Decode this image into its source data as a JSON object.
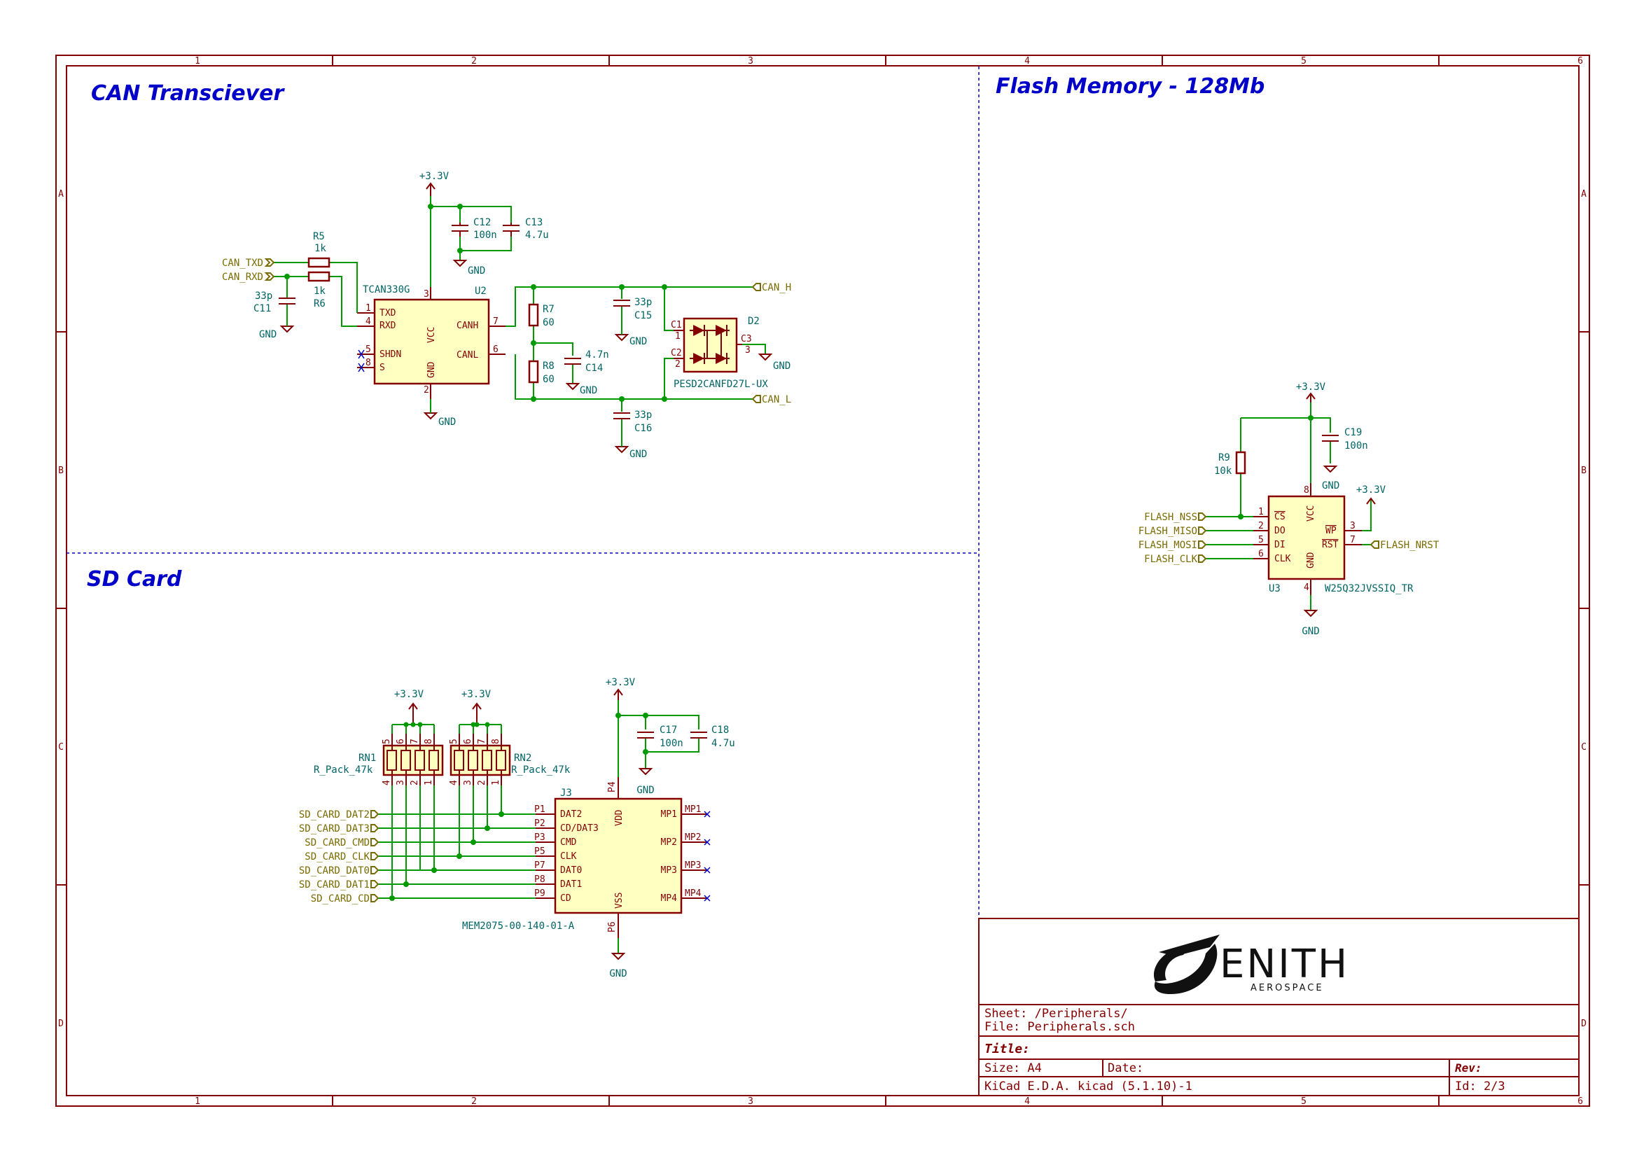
{
  "sections": {
    "can": "CAN Transciever",
    "flash": "Flash Memory - 128Mb",
    "sd": "SD Card"
  },
  "border": {
    "columns": [
      "1",
      "2",
      "3",
      "4",
      "5",
      "6"
    ],
    "rows": [
      "A",
      "B",
      "C",
      "D"
    ]
  },
  "can": {
    "pwr_top": "+3.3V",
    "gnd": "GND",
    "u2_ref": "U2",
    "u2_value": "TCAN330G",
    "u2_pins": {
      "txd": "TXD",
      "rxd": "RXD",
      "shdn": "SHDN",
      "s": "S",
      "vcc": "VCC",
      "gnd": "GND",
      "canh": "CANH",
      "canl": "CANL",
      "n1": "1",
      "n4": "4",
      "n5": "5",
      "n8": "8",
      "n3": "3",
      "n2": "2",
      "n7": "7",
      "n6": "6"
    },
    "c12": {
      "ref": "C12",
      "val": "100n"
    },
    "c13": {
      "ref": "C13",
      "val": "4.7u"
    },
    "c11": {
      "ref": "C11",
      "val": "33p"
    },
    "c14": {
      "ref": "C14",
      "val": "4.7n"
    },
    "c15": {
      "ref": "C15",
      "val": "33p"
    },
    "c16": {
      "ref": "C16",
      "val": "33p"
    },
    "r5": {
      "ref": "R5",
      "val": "1k"
    },
    "r6": {
      "ref": "R6",
      "val": "1k"
    },
    "r7": {
      "ref": "R7",
      "val": "60"
    },
    "r8": {
      "ref": "R8",
      "val": "60"
    },
    "d2": {
      "ref": "D2",
      "val": "PESD2CANFD27L-UX",
      "p1": "C1",
      "p2": "C2",
      "p3": "C3",
      "n1": "1",
      "n2": "2",
      "n3": "3"
    },
    "labels": {
      "txd": "CAN_TXD",
      "rxd": "CAN_RXD",
      "canh": "CAN_H",
      "canl": "CAN_L"
    }
  },
  "flash": {
    "pwr1": "+3.3V",
    "pwr2": "+3.3V",
    "gnd": "GND",
    "u3_ref": "U3",
    "u3_value": "W25Q32JVSSIQ_TR",
    "u3_pins": {
      "cs": "CS",
      "do": "DO",
      "di": "DI",
      "clk": "CLK",
      "vcc": "VCC",
      "gnd": "GND",
      "wp": "WP",
      "rst": "RST",
      "n1": "1",
      "n2": "2",
      "n5": "5",
      "n6": "6",
      "n8": "8",
      "n4": "4",
      "n3": "3",
      "n7": "7"
    },
    "r9": {
      "ref": "R9",
      "val": "10k"
    },
    "c19": {
      "ref": "C19",
      "val": "100n"
    },
    "labels": {
      "nss": "FLASH_NSS",
      "miso": "FLASH_MISO",
      "mosi": "FLASH_MOSI",
      "clk": "FLASH_CLK",
      "nrst": "FLASH_NRST"
    }
  },
  "sd": {
    "pwr1": "+3.3V",
    "pwr2": "+3.3V",
    "pwr3": "+3.3V",
    "gnd": "GND",
    "rn1": {
      "ref": "RN1",
      "val": "R_Pack_47k"
    },
    "rn2": {
      "ref": "RN2",
      "val": "R_Pack_47k"
    },
    "rn_top": [
      "5",
      "6",
      "7",
      "8"
    ],
    "rn_bot": [
      "4",
      "3",
      "2",
      "1"
    ],
    "c17": {
      "ref": "C17",
      "val": "100n"
    },
    "c18": {
      "ref": "C18",
      "val": "4.7u"
    },
    "j3_ref": "J3",
    "j3_value": "MEM2075-00-140-01-A",
    "j3_pins_left": [
      {
        "num": "P1",
        "name": "DAT2"
      },
      {
        "num": "P2",
        "name": "CD/DAT3"
      },
      {
        "num": "P3",
        "name": "CMD"
      },
      {
        "num": "P5",
        "name": "CLK"
      },
      {
        "num": "P7",
        "name": "DAT0"
      },
      {
        "num": "P8",
        "name": "DAT1"
      },
      {
        "num": "P9",
        "name": "CD"
      }
    ],
    "j3_pins_right": [
      {
        "num": "MP1",
        "name": "MP1"
      },
      {
        "num": "MP2",
        "name": "MP2"
      },
      {
        "num": "MP3",
        "name": "MP3"
      },
      {
        "num": "MP4",
        "name": "MP4"
      }
    ],
    "j3_vdd": {
      "num": "P4",
      "name": "VDD"
    },
    "j3_vss": {
      "num": "P6",
      "name": "VSS"
    },
    "labels": [
      "SD_CARD_DAT2",
      "SD_CARD_DAT3",
      "SD_CARD_CMD",
      "SD_CARD_CLK",
      "SD_CARD_DAT0",
      "SD_CARD_DAT1",
      "SD_CARD_CD"
    ]
  },
  "titleblock": {
    "logo_text": "ENITH",
    "logo_sub": "AEROSPACE",
    "sheet": "Sheet: /Peripherals/",
    "file": "File: Peripherals.sch",
    "title": "Title:",
    "size": "Size: A4",
    "date": "Date:",
    "rev": "Rev:",
    "kicad": "KiCad E.D.A.  kicad (5.1.10)-1",
    "id": "Id: 2/3"
  },
  "colors": {
    "frame": "#840000",
    "wire": "#009a00",
    "body": "#ffffc2",
    "title": "#0000c8",
    "ref": "#006464",
    "hlabel": "#7a6b00"
  }
}
